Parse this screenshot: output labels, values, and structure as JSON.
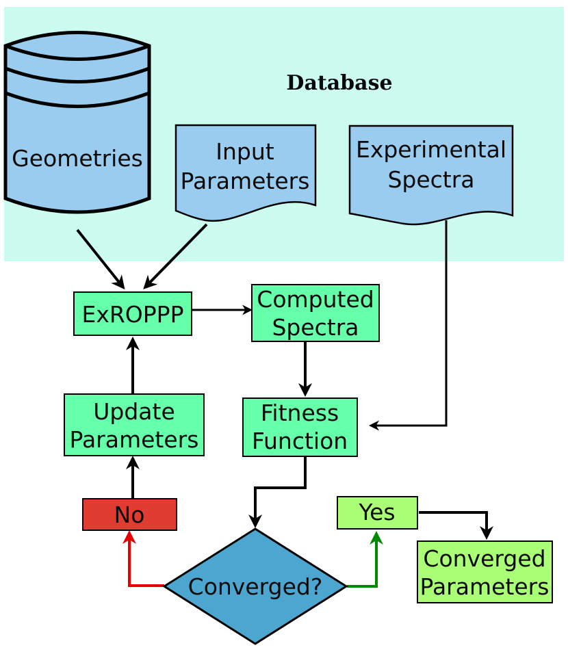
{
  "database": {
    "title": "Database",
    "geometries": "Geometries",
    "input_parameters": [
      "Input",
      "Parameters"
    ],
    "experimental_spectra": [
      "Experimental",
      "Spectra"
    ]
  },
  "nodes": {
    "exroppp": "ExROPPP",
    "computed_spectra": [
      "Computed",
      "Spectra"
    ],
    "update_parameters": [
      "Update",
      "Parameters"
    ],
    "fitness_function": [
      "Fitness",
      "Function"
    ],
    "no": "No",
    "yes": "Yes",
    "converged_question": "Converged?",
    "converged_parameters": [
      "Converged",
      "Parameters"
    ]
  },
  "colors": {
    "database_bg": "#ccfcf0",
    "storage_fill": "#99ccee",
    "process_fill": "#66ffaa",
    "no_fill": "#e03c31",
    "yes_fill": "#aaff77",
    "decision_fill": "#4da6d0",
    "arrow_red": "#e60000",
    "arrow_green": "#008800"
  }
}
